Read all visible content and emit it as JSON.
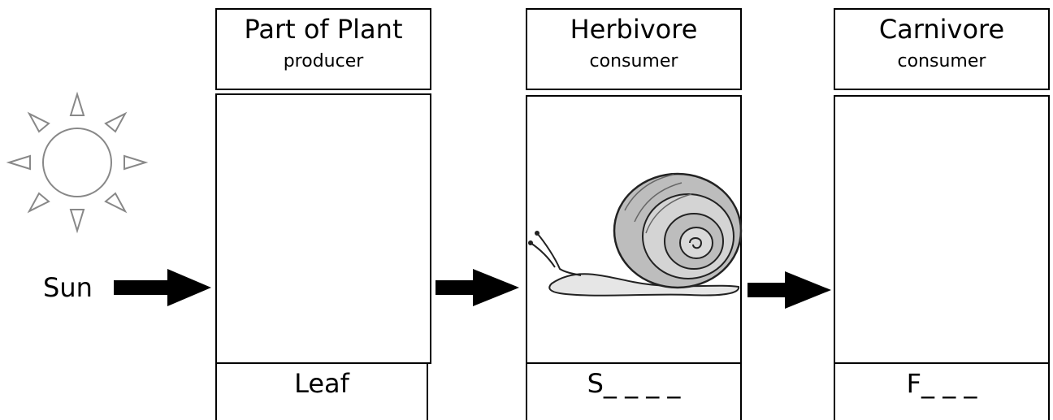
{
  "sun_label": "Sun",
  "columns": [
    {
      "title": "Part of Plant",
      "role": "producer",
      "answer": "Leaf",
      "picture": ""
    },
    {
      "title": "Herbivore",
      "role": "consumer",
      "answer": "S_ _ _ _",
      "picture": "snail"
    },
    {
      "title": "Carnivore",
      "role": "consumer",
      "answer": "F_ _ _",
      "picture": ""
    }
  ],
  "icons": [
    "sun-icon",
    "arrow-icon",
    "snail-image"
  ]
}
